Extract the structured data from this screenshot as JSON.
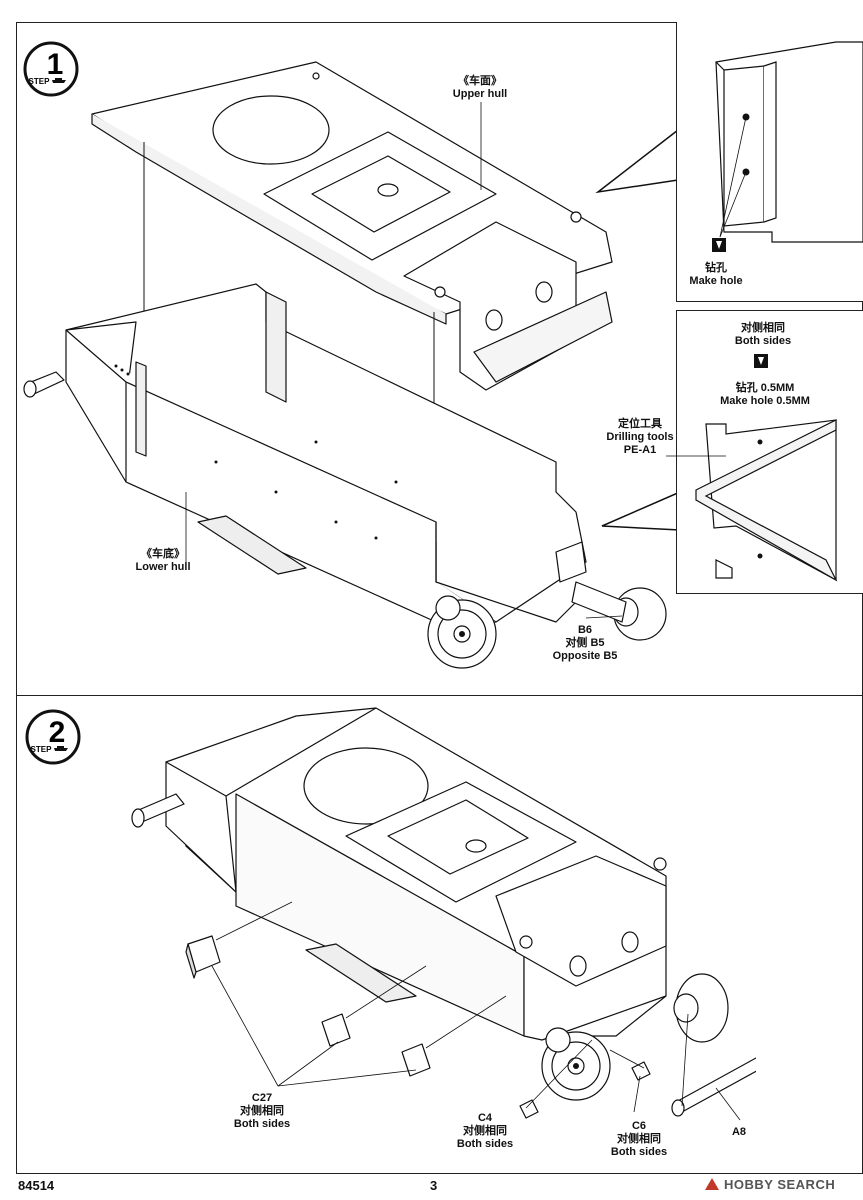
{
  "steps": [
    {
      "number": "1",
      "word": "STEP"
    },
    {
      "number": "2",
      "word": "STEP"
    }
  ],
  "labels": {
    "upper_hull_cn": "《车面》",
    "upper_hull_en": "Upper hull",
    "lower_hull_cn": "《车底》",
    "lower_hull_en": "Lower hull",
    "make_hole_cn": "钻孔",
    "make_hole_en": "Make hole",
    "both_sides_cn": "对侧相同",
    "both_sides_en": "Both sides",
    "make_hole_05_cn": "钻孔 0.5MM",
    "make_hole_05_en": "Make hole 0.5MM",
    "drilling_tools_cn": "定位工具",
    "drilling_tools_en": "Drilling tools",
    "drilling_tools_part": "PE-A1",
    "b6_part": "B6",
    "b6_cn": "对侧 B5",
    "b6_en": "Opposite B5",
    "c27_part": "C27",
    "c27_cn": "对侧相同",
    "c27_en": "Both sides",
    "c4_part": "C4",
    "c4_cn": "对侧相同",
    "c4_en": "Both sides",
    "c6_part": "C6",
    "c6_cn": "对侧相同",
    "c6_en": "Both sides",
    "a8_part": "A8"
  },
  "footer": {
    "kit_number": "84514",
    "page_number": "3",
    "watermark": "HOBBY SEARCH"
  }
}
